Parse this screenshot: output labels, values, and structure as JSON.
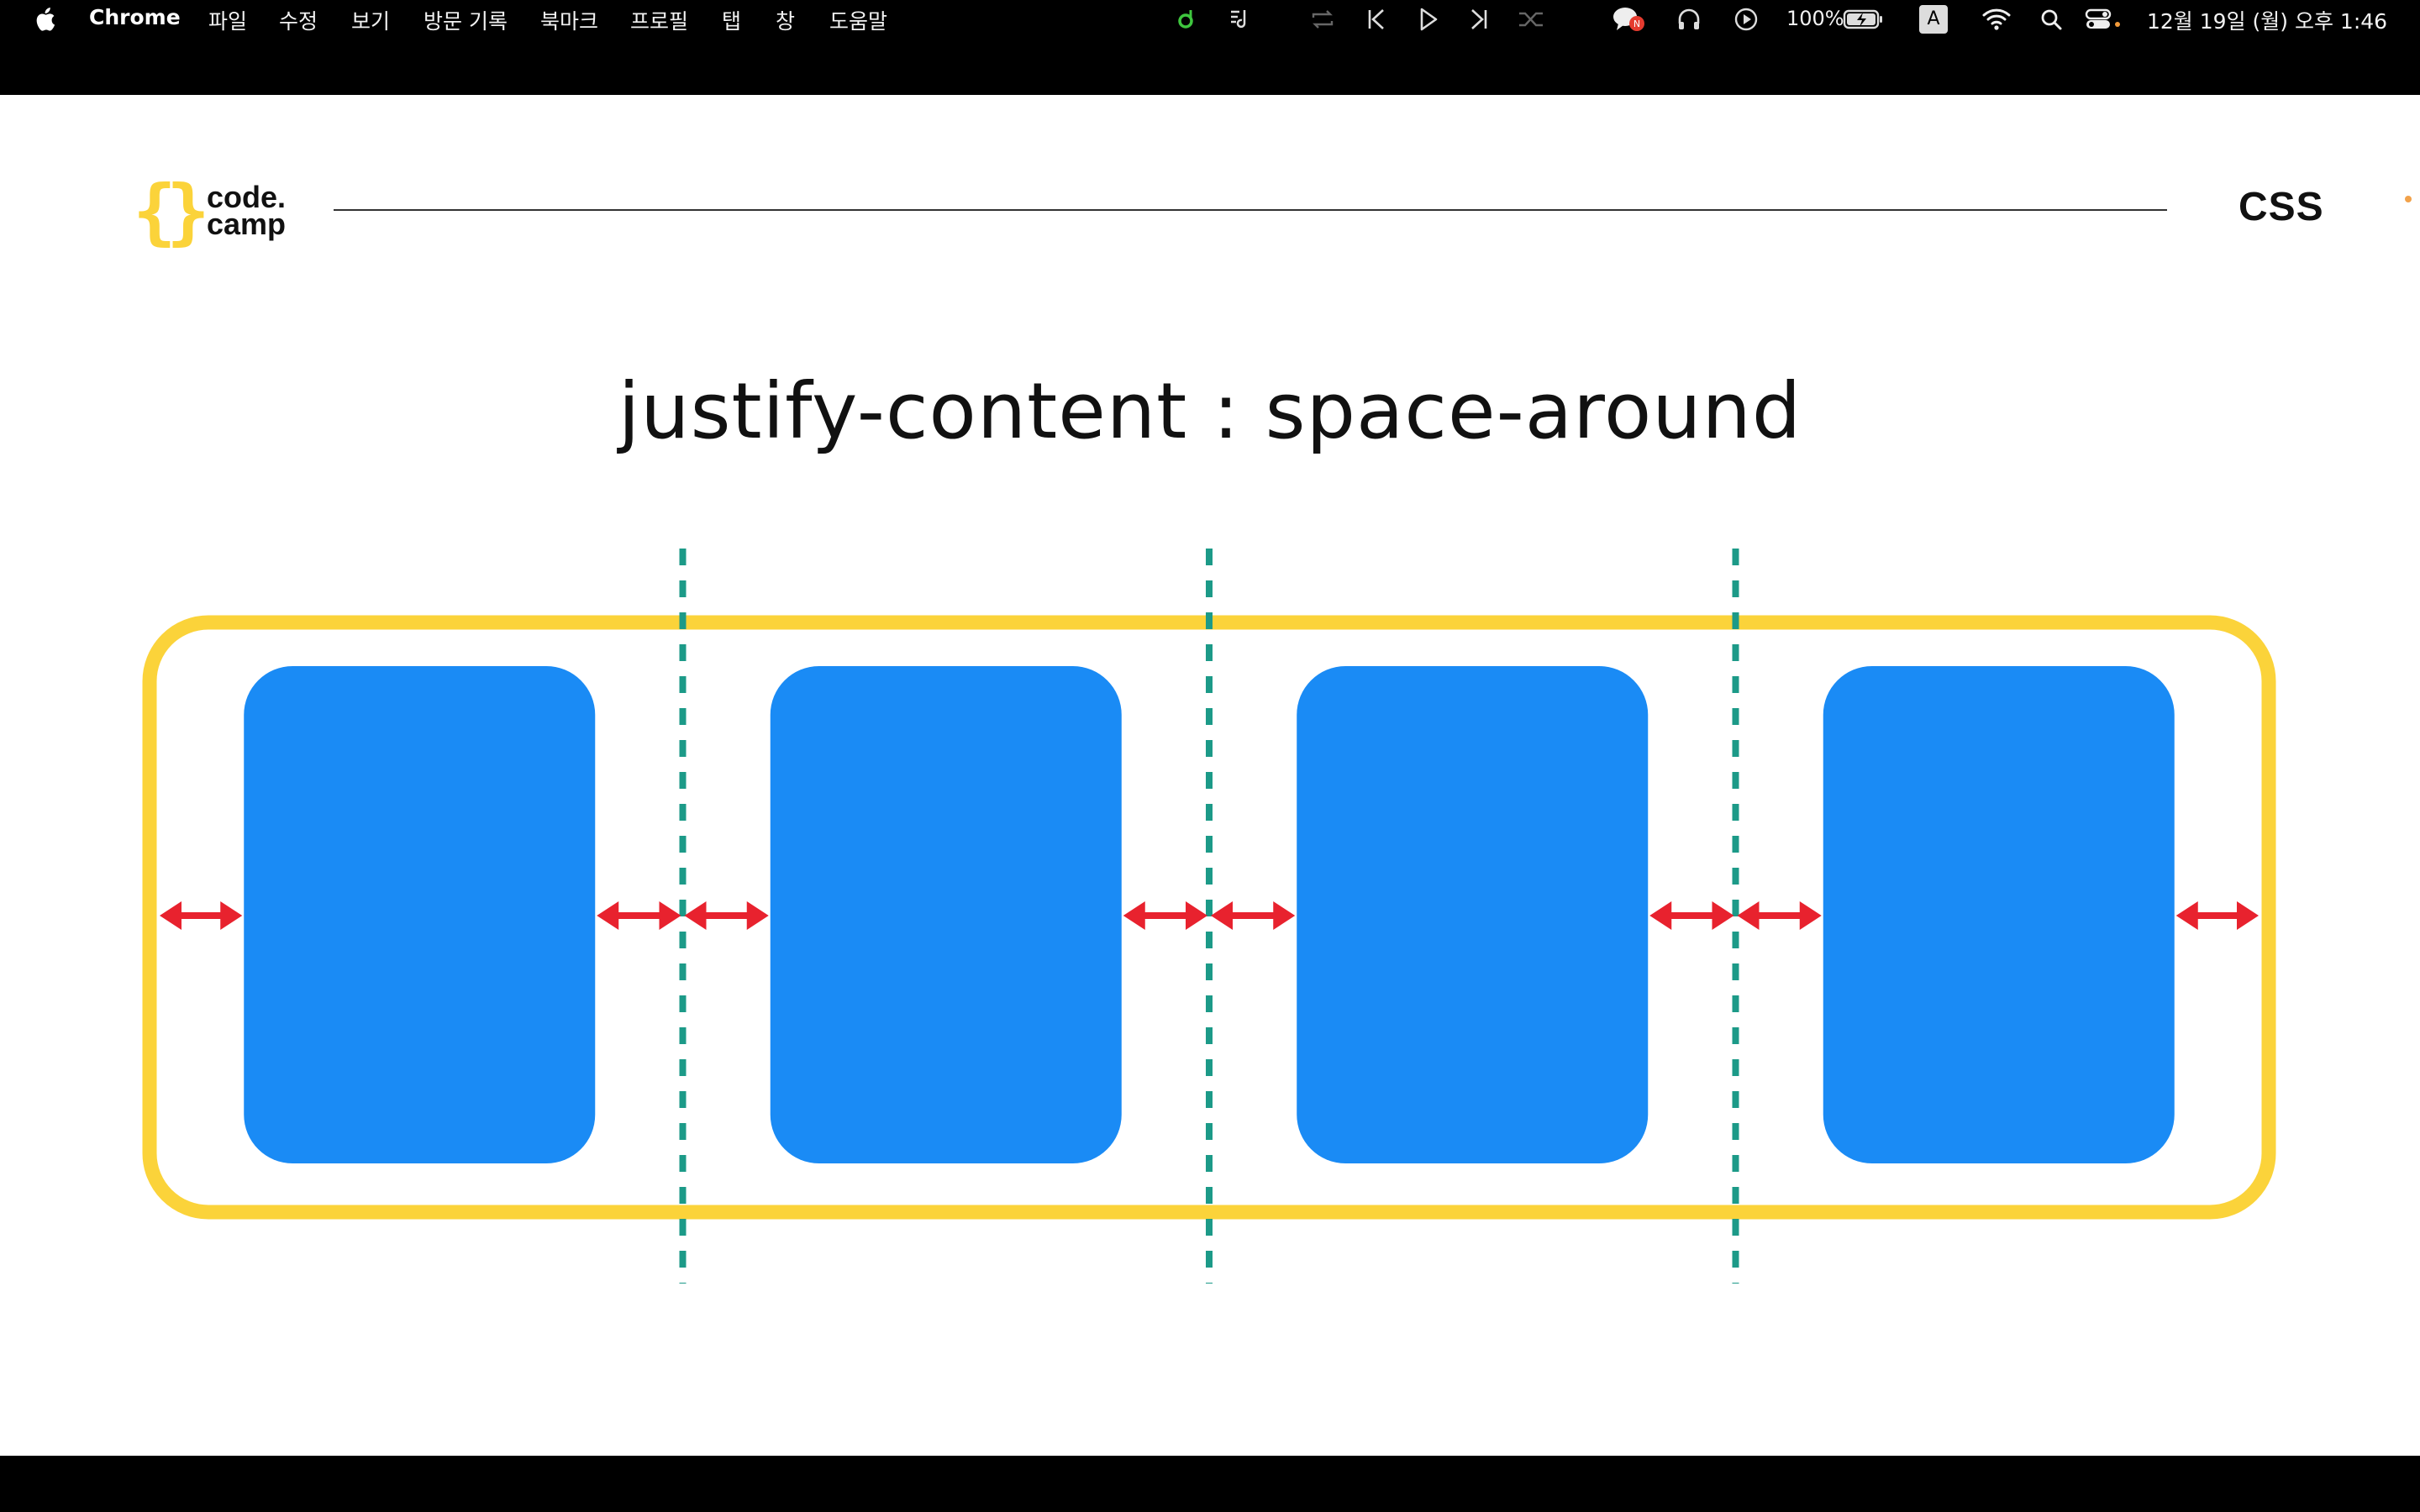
{
  "menubar": {
    "app_name": "Chrome",
    "menus": [
      "파일",
      "수정",
      "보기",
      "방문 기록",
      "북마크",
      "프로필",
      "탭",
      "창",
      "도움말"
    ],
    "battery": "100%",
    "input_source": "A",
    "datetime": "12월 19일 (월) 오후 1:46",
    "status_icons": [
      "music-app-icon",
      "lyrics-icon",
      "repeat-icon",
      "previous-track-icon",
      "play-icon",
      "next-track-icon",
      "shuffle-icon",
      "chat-notification-icon",
      "headphones-icon",
      "play-circle-icon",
      "battery-icon",
      "wifi-icon",
      "search-icon",
      "control-center-icon"
    ]
  },
  "slide": {
    "logo_line1": "code.",
    "logo_line2": "camp",
    "topic": "CSS",
    "title": "justify-content : space-around",
    "diagram": {
      "item_count": 4,
      "container_color": "#fbd33a",
      "item_color": "#1a8bf5",
      "arrow_color": "#e8222e",
      "guide_color": "#1c9a88"
    }
  }
}
